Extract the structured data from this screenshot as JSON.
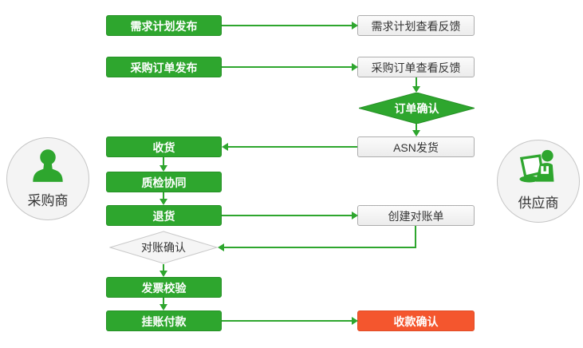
{
  "palette": {
    "flow_green": "#2EA62E",
    "flow_green_border": "#259025",
    "alert_red": "#F4562E",
    "neutral_box_fill": "#F2F2F2",
    "neutral_border": "#ADADAD",
    "text_dark": "#333333",
    "text_light": "#FFFFFF"
  },
  "actors": {
    "buyer": {
      "label": "采购商",
      "icon": "person-icon"
    },
    "supplier": {
      "label": "供应商",
      "icon": "person-laptop-icon"
    }
  },
  "nodes": {
    "demand_plan_publish": {
      "label": "需求计划发布",
      "type": "process-green"
    },
    "demand_plan_feedback": {
      "label": "需求计划查看反馈",
      "type": "process-neutral"
    },
    "po_publish": {
      "label": "采购订单发布",
      "type": "process-green"
    },
    "po_feedback": {
      "label": "采购订单查看反馈",
      "type": "process-neutral"
    },
    "order_confirm": {
      "label": "订单确认",
      "type": "decision-green"
    },
    "asn_ship": {
      "label": "ASN发货",
      "type": "process-neutral"
    },
    "receive_goods": {
      "label": "收货",
      "type": "process-green"
    },
    "quality_collab": {
      "label": "质检协同",
      "type": "process-green"
    },
    "return_goods": {
      "label": "退货",
      "type": "process-green"
    },
    "create_statement": {
      "label": "创建对账单",
      "type": "process-neutral"
    },
    "statement_confirm": {
      "label": "对账确认",
      "type": "decision-neutral"
    },
    "invoice_verify": {
      "label": "发票校验",
      "type": "process-green"
    },
    "book_payment": {
      "label": "挂账付款",
      "type": "process-green"
    },
    "receipt_confirm": {
      "label": "收款确认",
      "type": "process-red"
    }
  },
  "edges": [
    {
      "from": "demand_plan_publish",
      "to": "demand_plan_feedback"
    },
    {
      "from": "po_publish",
      "to": "po_feedback"
    },
    {
      "from": "po_feedback",
      "to": "order_confirm"
    },
    {
      "from": "order_confirm",
      "to": "asn_ship"
    },
    {
      "from": "asn_ship",
      "to": "receive_goods"
    },
    {
      "from": "receive_goods",
      "to": "quality_collab"
    },
    {
      "from": "quality_collab",
      "to": "return_goods"
    },
    {
      "from": "return_goods",
      "to": "create_statement"
    },
    {
      "from": "create_statement",
      "to": "statement_confirm"
    },
    {
      "from": "statement_confirm",
      "to": "invoice_verify"
    },
    {
      "from": "invoice_verify",
      "to": "book_payment"
    },
    {
      "from": "book_payment",
      "to": "receipt_confirm"
    }
  ]
}
